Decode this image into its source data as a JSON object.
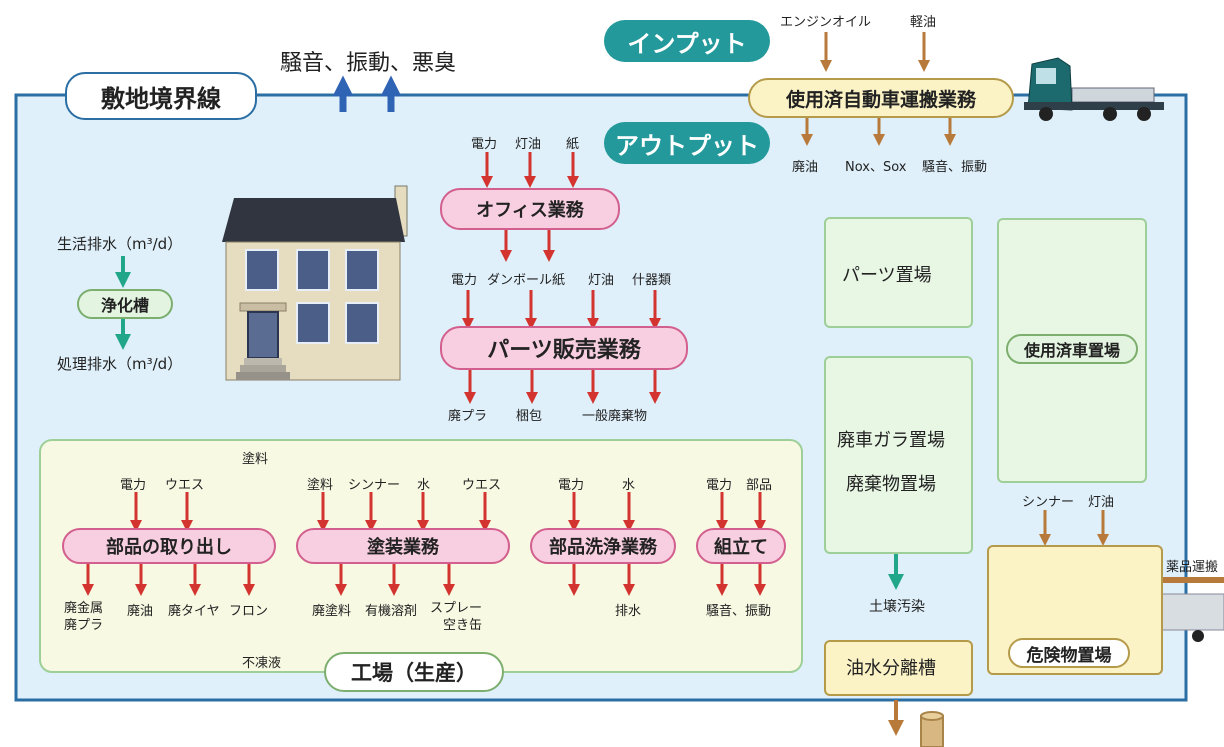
{
  "colors": {
    "site_fill": "#dff0fa",
    "site_border": "#2a6ea3",
    "input_arrow": "#d3342f",
    "brown_arrow": "#b77a3a",
    "blue_arrow": "#2f63b4",
    "teal_arrow": "#22a68a",
    "car_green": "#1f8a6e",
    "truck_green": "#1d6a6e"
  },
  "title": {
    "site_boundary": "敷地境界線",
    "input": "インプット",
    "output": "アウトプット",
    "emissions": "騒音、振動、悪臭"
  },
  "transport": {
    "name": "使用済自動車運搬業務",
    "inputs": [
      "エンジンオイル",
      "軽油"
    ],
    "outputs": [
      "廃油",
      "Nox、Sox",
      "騒音、振動"
    ]
  },
  "sewage": {
    "inflow": "生活排水（m³/d）",
    "tank": "浄化槽",
    "outflow": "処理排水（m³/d）"
  },
  "office": {
    "name": "オフィス業務",
    "inputs": [
      "電力",
      "灯油",
      "紙"
    ]
  },
  "parts_sales": {
    "name": "パーツ販売業務",
    "inputs": [
      "電力",
      "ダンボール紙",
      "灯油",
      "什器類"
    ],
    "outputs": [
      "廃プラ",
      "梱包",
      "一般廃棄物"
    ]
  },
  "factory": {
    "name": "工場（生産）",
    "top_note": "塗料",
    "bottom_note": "不凍液",
    "removal": {
      "name": "部品の取り出し",
      "inputs": [
        "電力",
        "ウエス"
      ],
      "outputs": [
        "廃金属\n廃プラ",
        "廃油",
        "廃タイヤ",
        "フロン"
      ]
    },
    "painting": {
      "name": "塗装業務",
      "inputs": [
        "塗料",
        "シンナー",
        "水",
        "ウエス"
      ],
      "outputs": [
        "廃塗料",
        "有機溶剤",
        "スプレー\n空き缶"
      ]
    },
    "washing": {
      "name": "部品洗浄業務",
      "inputs": [
        "電力",
        "水"
      ],
      "outputs": [
        "排水"
      ]
    },
    "assembly": {
      "name": "組立て",
      "inputs": [
        "電力",
        "部品"
      ],
      "outputs": [
        "騒音、振動"
      ]
    }
  },
  "yards": {
    "parts": "パーツ置場",
    "scrap_line1": "廃車ガラ置場",
    "scrap_line2": "廃棄物置場",
    "used_cars": "使用済車置場",
    "soil": "土壌汚染",
    "separator": "油水分離槽"
  },
  "hazard": {
    "name": "危険物置場",
    "inputs": [
      "シンナー",
      "灯油"
    ],
    "chemical_transport": "薬品運搬"
  }
}
